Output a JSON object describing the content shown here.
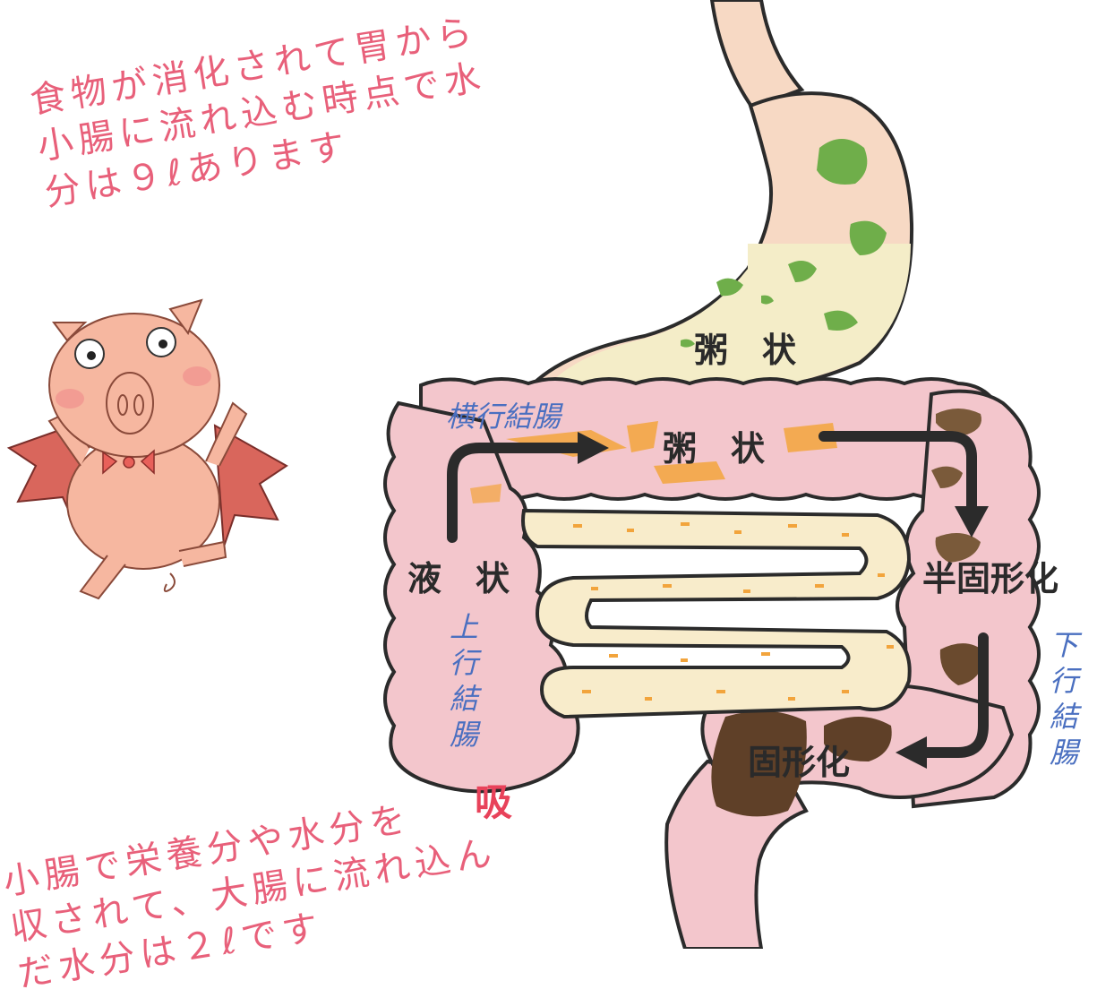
{
  "notes": {
    "top_lines": [
      "食物が消化されて胃から",
      "小腸に流れ込む時点で水",
      "分は９ℓあります"
    ],
    "bottom_lines": [
      "小腸で栄養分や水分を",
      "収されて、大腸に流れ込ん",
      "だ水分は２ℓです"
    ],
    "bottom_highlight": "吸"
  },
  "labels": {
    "stomach_state": "粥　状",
    "transverse_state": "粥　状",
    "ascending_state": "液　状",
    "descending_state": "半固形化",
    "sigmoid_state": "固形化"
  },
  "organ_labels": {
    "transverse_colon": "横行結腸",
    "ascending_colon": "上行結腸",
    "descending_colon": "下行結腸"
  },
  "colors": {
    "note_pink": "#e8607a",
    "colon_pink": "#f3c6cc",
    "outline": "#2b2b2b",
    "stomach_beige": "#f7d9c4",
    "chyme_cream": "#f4edc8",
    "food_green": "#6fae4a",
    "small_intestine_cream": "#f8eccb",
    "orange_chyme": "#f2a43c",
    "stool_brown": "#7a5a3a",
    "blue_label": "#4a6fc0",
    "pig_pink": "#f6b7a0",
    "wing_red": "#d9665c"
  }
}
